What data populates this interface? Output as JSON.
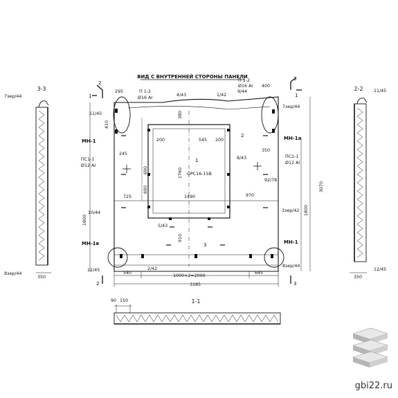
{
  "drawing": {
    "title": "ВИД С ВНУТРЕННЕЙ СТОРОНЫ ПАНЕЛИ",
    "section_3_3": "3-3",
    "section_2_2": "2-2",
    "section_1_1": "1-1",
    "cut_labels": {
      "c1": "1",
      "c2": "2",
      "c3": "3"
    },
    "callouts": {
      "p12_left": "П 1-2",
      "p12_left_dia": "Ø16 AI",
      "p12_right": "П 1-2",
      "p12_right_dia": "Ø16 AI",
      "ps1_left": "ПС1-1",
      "ps1_left_dia": "Ø12 AI",
      "ps1_right": "ПС1-1",
      "ps1_right_dia": "Ø12 AI",
      "mn1_tl": "МН-1",
      "mn1a_tr": "МН-1а",
      "mn1v_bl": "МН-1в",
      "mn1_br": "МН-1",
      "window": "ОРС16-15В",
      "w_marker": "1",
      "marker2": "2",
      "marker3": "3"
    },
    "dims": {
      "d295": "295",
      "d4_43": "4/43",
      "d1_42": "1/42",
      "d9_44": "9/44",
      "d400": "400",
      "d380": "380",
      "d410": "410",
      "d200l": "200",
      "d545": "545",
      "d200r": "200",
      "d245": "245",
      "d690a": "690",
      "d1760": "1760",
      "d8_43": "8/43",
      "d350": "350",
      "d690b": "690",
      "d725": "725",
      "d1490": "1490",
      "d970": "970",
      "d92_78": "92/78",
      "d10_44": "10/44",
      "d1800l": "1800",
      "d5_43": "5/43",
      "d910": "910",
      "d3070": "3070",
      "d1800r": "1800",
      "d3zer42": "3зер/42",
      "d11_45": "11/45",
      "d7zer44": "7зер/44",
      "d12_45": "12/45",
      "d2_42": "2/42",
      "d540": "540",
      "d1000x2": "1000×2=2000",
      "d645": "645",
      "d3185": "3185",
      "d8zer44": "8зер/44",
      "d8zer44b": "8зер/44"
    },
    "left_section": {
      "top_label": "7зер/44",
      "mid_label": "11/45",
      "bot_label": "8зер/44",
      "bot_label2": "12/45",
      "width": "350"
    },
    "right_section": {
      "top_label": "11/45",
      "bot_label": "12/45",
      "width": "350"
    },
    "section_1_1_dims": {
      "a": "90",
      "b": "150"
    }
  },
  "watermark": "gbi22.ru"
}
